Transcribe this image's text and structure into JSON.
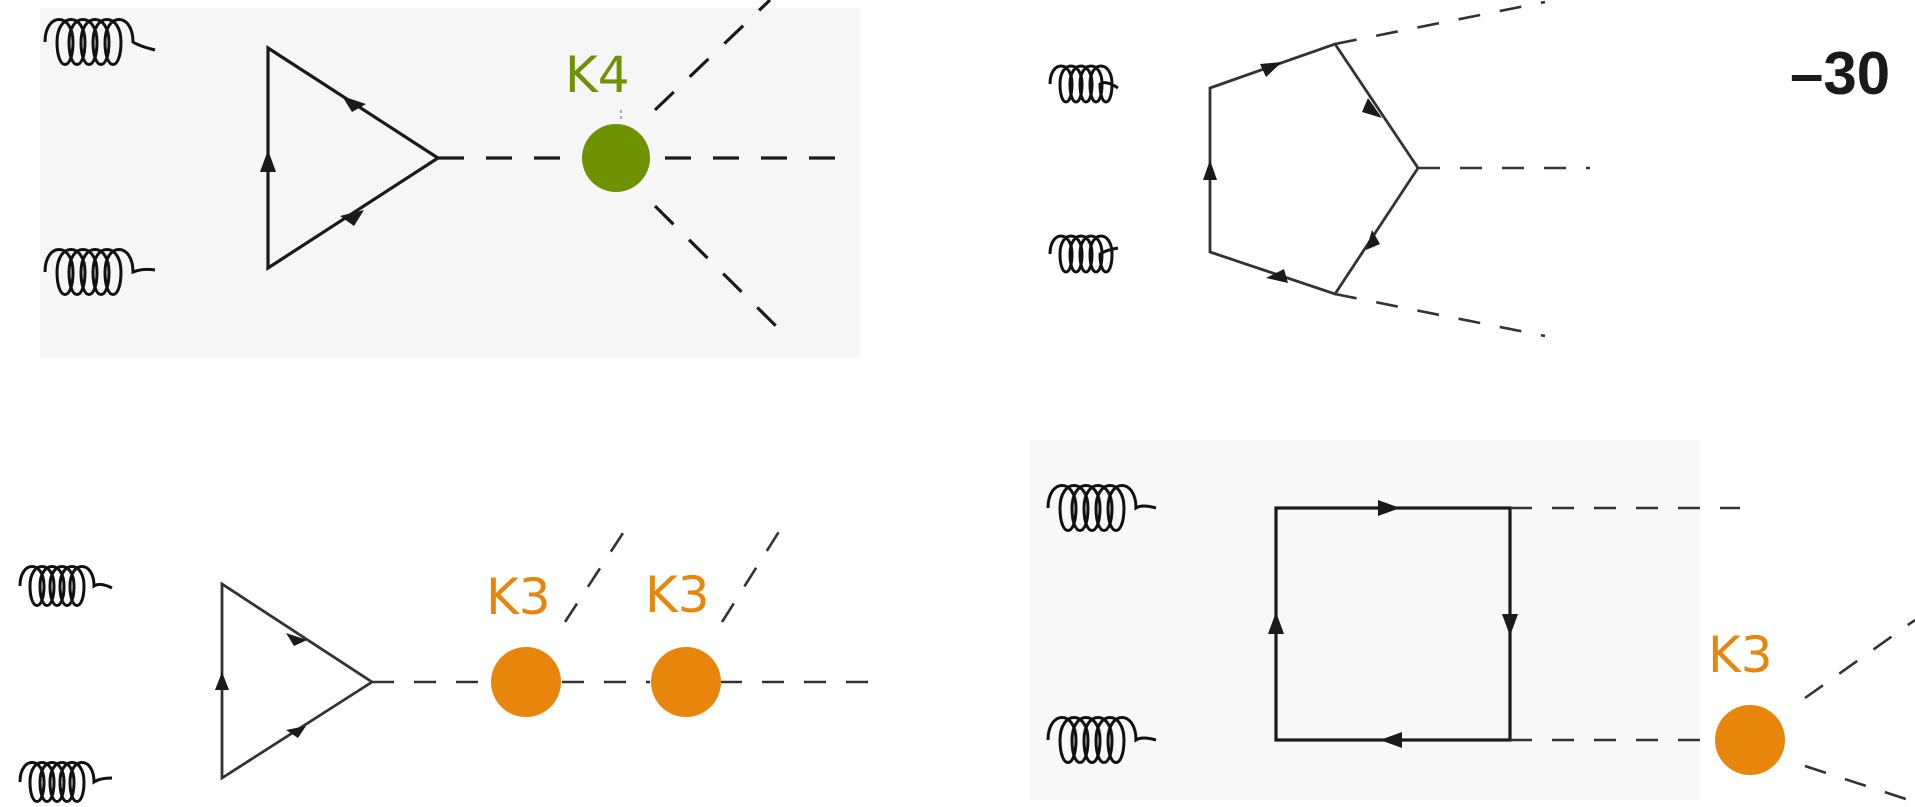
{
  "diagrams": [
    {
      "vertices": [
        {
          "label": "K4",
          "color": "#6e9200"
        }
      ]
    },
    {
      "vertices": []
    },
    {
      "vertices": [
        {
          "label": "K3",
          "color": "#e8860c"
        },
        {
          "label": "K3",
          "color": "#e8860c"
        }
      ]
    },
    {
      "vertices": [
        {
          "label": "K3",
          "color": "#e8860c"
        }
      ]
    }
  ],
  "corner_text": "–30",
  "colors": {
    "k4": "#6e9200",
    "k3": "#e8860c",
    "lines": "#1a1a1a"
  }
}
